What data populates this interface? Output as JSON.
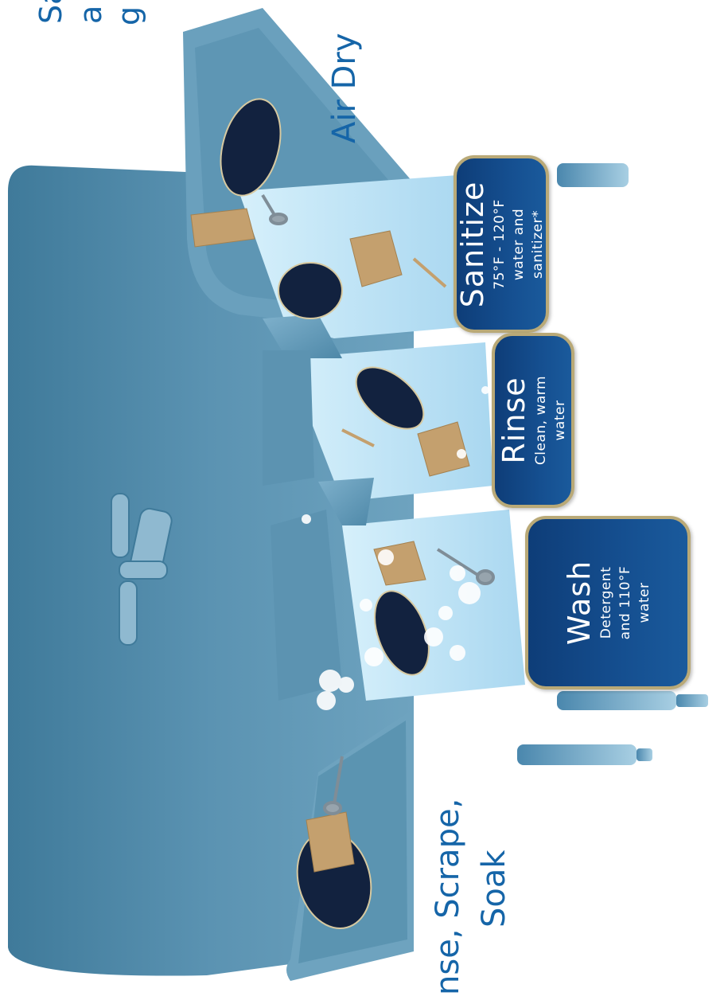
{
  "labels": {
    "top_left_partial_line1": "Sa",
    "top_left_partial_line2": "a",
    "top_left_partial_line3": "g",
    "air_dry": "Air Dry",
    "prep_line1": "nse, Scrape,",
    "prep_line2": "Soak"
  },
  "steps": [
    {
      "title": "Sanitize",
      "description": "75°F - 120°F\nwater and\nsanitizer*"
    },
    {
      "title": "Rinse",
      "description": "Clean, warm\nwater"
    },
    {
      "title": "Wash",
      "description": "Detergent\nand 110°F\nwater"
    }
  ],
  "colors": {
    "label_text": "#1565a8",
    "sink_body": "#4d86a6",
    "water": "#bfe3f6",
    "plate": "#11213d",
    "cup": "#c4a06e",
    "box_fill": "#124a8a",
    "box_border": "#b9a977"
  },
  "icons": [
    "faucet-icon",
    "plate-icon",
    "cup-icon",
    "ladle-icon",
    "bubbles-icon",
    "drain-pipe-icon"
  ]
}
